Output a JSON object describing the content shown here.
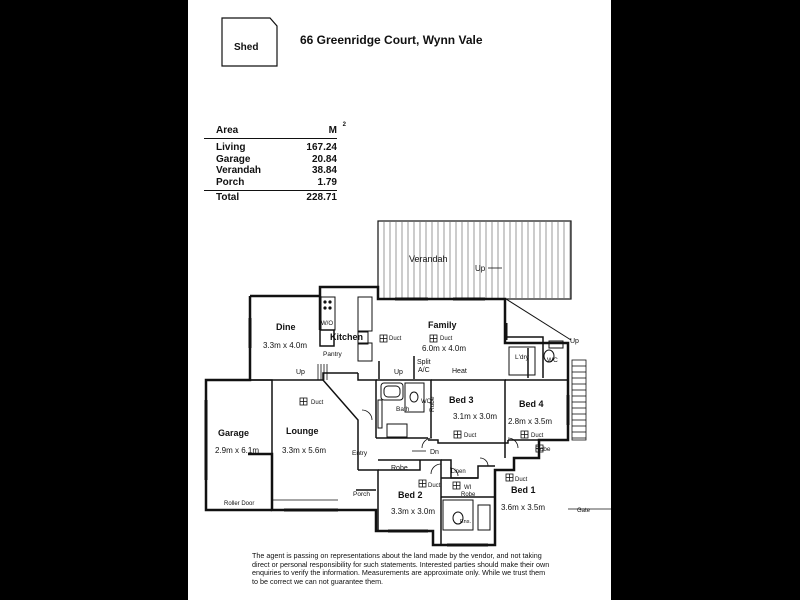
{
  "title": "66 Greenridge Court, Wynn Vale",
  "shed_label": "Shed",
  "area_table": {
    "header_label": "Area",
    "header_unit": "M",
    "header_sup": "2",
    "rows": [
      {
        "label": "Living",
        "value": "167.24"
      },
      {
        "label": "Garage",
        "value": "20.84"
      },
      {
        "label": "Verandah",
        "value": "38.84"
      },
      {
        "label": "Porch",
        "value": "1.79"
      }
    ],
    "total_label": "Total",
    "total_value": "228.71"
  },
  "rooms": {
    "verandah": "Verandah",
    "up_verandah": "Up",
    "dine": "Dine",
    "dine_size": "3.3m x 4.0m",
    "kitchen": "Kitchen",
    "kitchen_duct": "Duct",
    "family": "Family",
    "family_duct": "Duct",
    "family_size": "6.0m x 4.0m",
    "wo": "W/O",
    "pantry": "Pantry",
    "up_dine": "Up",
    "up_kitchen": "Up",
    "split_ac_1": "Split",
    "split_ac_2": "A/C",
    "heat": "Heat",
    "ldry": "L'dry",
    "wc_ldry": "WC",
    "up_right": "Up",
    "lounge_duct": "Duct",
    "lounge": "Lounge",
    "lounge_size": "3.3m x 5.6m",
    "garage": "Garage",
    "garage_size": "2.9m x 6.1m",
    "roller_door": "Roller Door",
    "bath": "Bath",
    "wc_bath": "WC",
    "robe_b3": "Robe",
    "bed3": "Bed 3",
    "bed3_size": "3.1m x 3.0m",
    "bed3_duct": "Duct",
    "bed4": "Bed 4",
    "bed4_size": "2.8m x 3.5m",
    "bed4_duct": "Duct",
    "robe_b4": "Robe",
    "entry": "Entry",
    "dn": "Dn",
    "robe_b2": "Robe",
    "linen": "Linen",
    "porch": "Porch",
    "bed2_duct": "Duct",
    "bed2": "Bed 2",
    "bed2_size": "3.3m x 3.0m",
    "wi_robe_1": "WI",
    "wi_robe_2": "Robe",
    "bed1_duct": "Duct",
    "bed1": "Bed 1",
    "bed1_size": "3.6m x 3.5m",
    "ens": "Ens.",
    "gate": "Gate"
  },
  "disclaimer": "The agent is passing on representations about the land made by the vendor, and not taking direct or personal responsibility for such statements. Interested parties should make their own enquiries to verify the information. Measurements are approximate only. While we trust them to be correct we can not guarantee them."
}
